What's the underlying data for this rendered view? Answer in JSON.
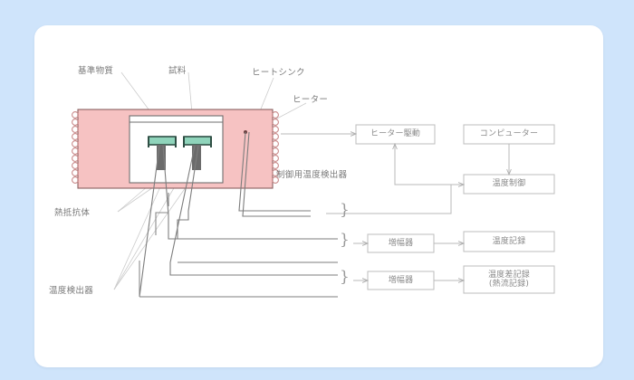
{
  "page": {
    "background_color": "#cfe4fb",
    "card_color": "#ffffff"
  },
  "diagram": {
    "title_absent": true,
    "colors": {
      "furnace_fill": "#f6c2c2",
      "furnace_stroke": "#7a5a5a",
      "coil_stroke": "#c98a8a",
      "pan_fill": "#8fd4bb",
      "pan_stroke": "#2f4f45",
      "pedestal_fill": "#6b6b6b",
      "chamber_stroke": "#6f6f6f",
      "wire_stroke": "#7d7d7d",
      "leader_stroke": "#c9c9c9",
      "box_stroke": "#bdbdbd",
      "text": "#8a8a8a"
    },
    "callout_labels": [
      {
        "id": "reference-material",
        "text": "基準物質"
      },
      {
        "id": "sample",
        "text": "試料"
      },
      {
        "id": "heat-sink",
        "text": "ヒートシンク"
      },
      {
        "id": "heater",
        "text": "ヒーター"
      },
      {
        "id": "control-temperature-detector",
        "text": "制御用温度検出器"
      },
      {
        "id": "thermal-resistor",
        "text": "熱抵抗体"
      },
      {
        "id": "temperature-detector",
        "text": "温度検出器"
      }
    ],
    "boxes": [
      {
        "id": "heater-drive",
        "text": "ヒーター駆動"
      },
      {
        "id": "computer",
        "text": "コンピューター"
      },
      {
        "id": "temperature-control",
        "text": "温度制御"
      },
      {
        "id": "amplifier-1",
        "text": "増幅器"
      },
      {
        "id": "amplifier-2",
        "text": "増幅器"
      },
      {
        "id": "temperature-record",
        "text": "温度記録"
      },
      {
        "id": "differential-temperature-record",
        "text": "温度差記録\n(熱流記録)"
      }
    ],
    "brace_symbol": "}"
  }
}
